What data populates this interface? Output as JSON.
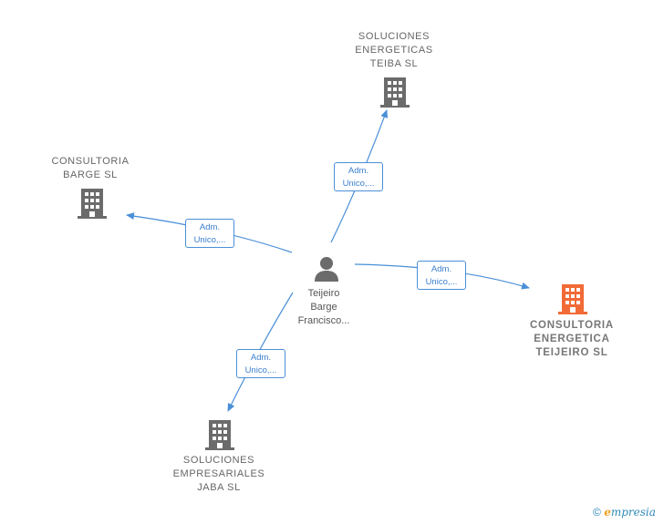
{
  "center": {
    "name": "Teijeiro\nBarge\nFrancisco..."
  },
  "companies": [
    {
      "id": "teiba",
      "name": "SOLUCIONES\nENERGETICAS\nTEIBA  SL",
      "highlight": false
    },
    {
      "id": "barge",
      "name": "CONSULTORIA\nBARGE SL",
      "highlight": false
    },
    {
      "id": "teijeiro",
      "name": "CONSULTORIA\nENERGETICA\nTEIJEIRO  SL",
      "highlight": true
    },
    {
      "id": "jaba",
      "name": "SOLUCIONES\nEMPRESARIALES\nJABA  SL",
      "highlight": false
    }
  ],
  "edges": [
    {
      "to": "teiba",
      "label_line1": "Adm.",
      "label_line2": "Unico,..."
    },
    {
      "to": "barge",
      "label_line1": "Adm.",
      "label_line2": "Unico,..."
    },
    {
      "to": "teijeiro",
      "label_line1": "Adm.",
      "label_line2": "Unico,..."
    },
    {
      "to": "jaba",
      "label_line1": "Adm.",
      "label_line2": "Unico,..."
    }
  ],
  "colors": {
    "edge": "#4a8fd8",
    "building": "#6b6b6b",
    "building_highlight": "#f26a35",
    "person": "#6b6b6b"
  },
  "footer": {
    "copyright": "©",
    "brand": "mpresia",
    "brand_initial": "e"
  }
}
